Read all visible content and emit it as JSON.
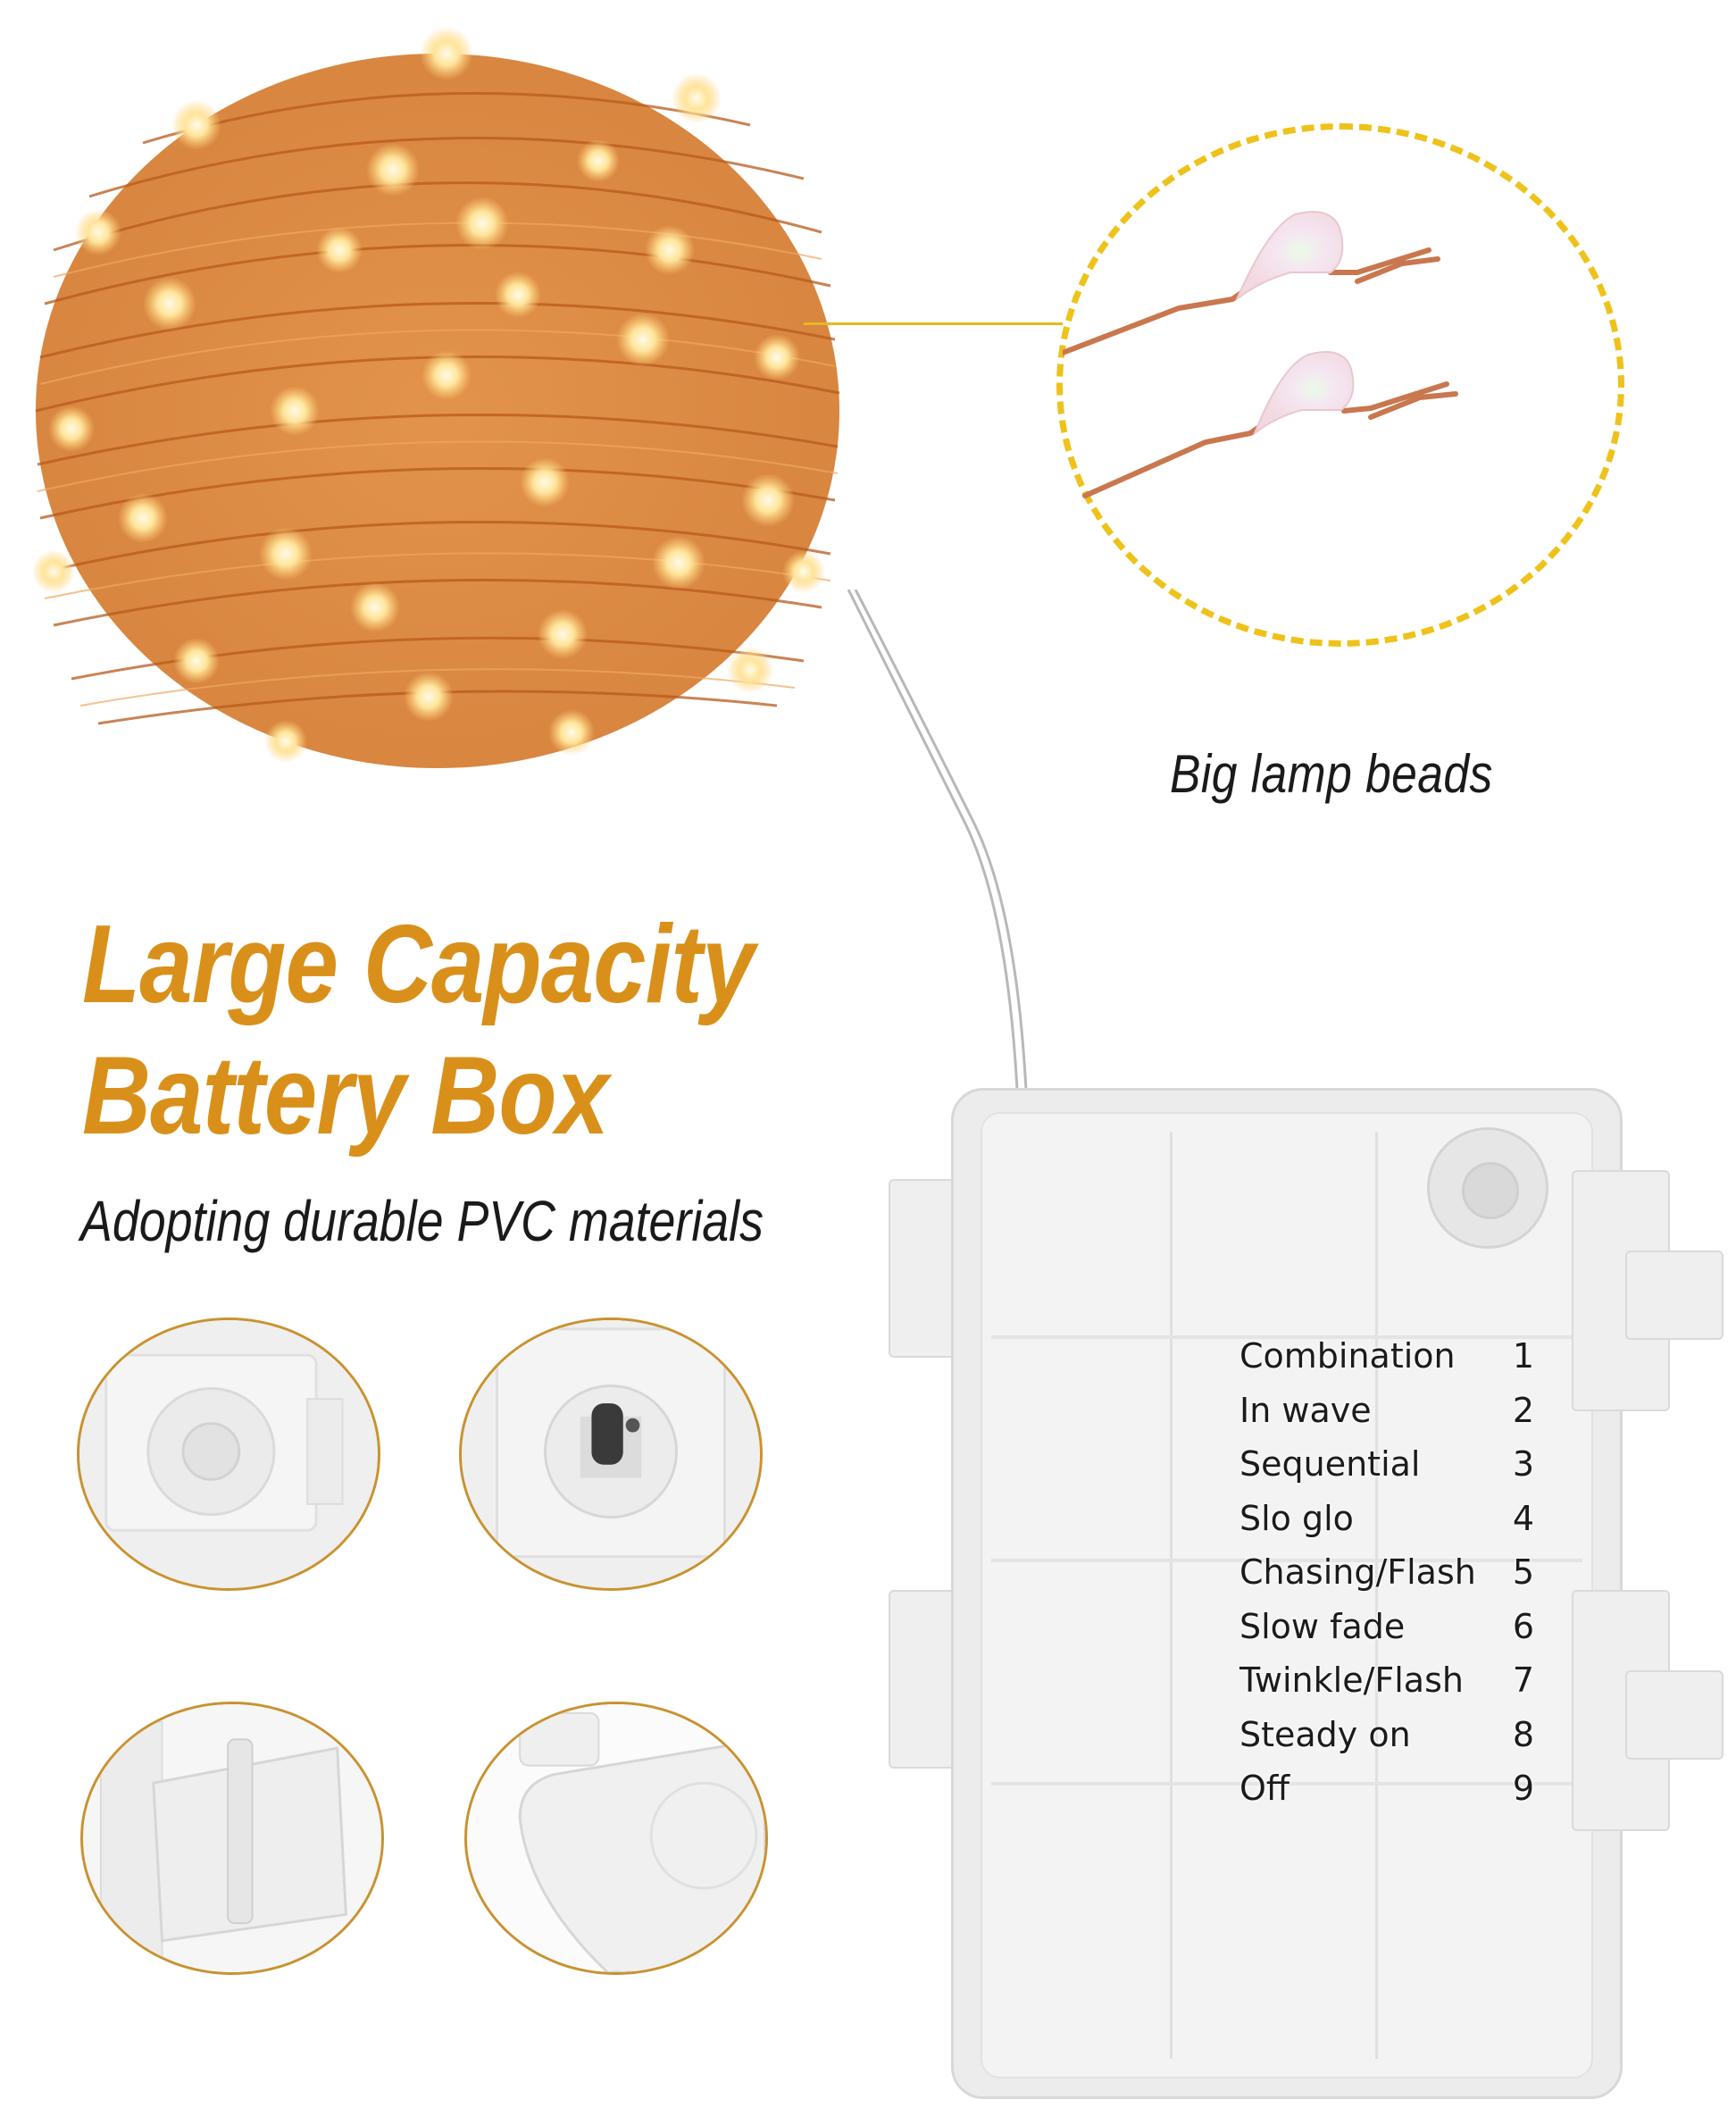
{
  "callout": {
    "caption": "Big lamp beads",
    "line_color": "#E5B820",
    "circle_color": "#EEC21A"
  },
  "feature": {
    "heading_line1": "Large Capacity",
    "heading_line2": "Battery Box",
    "subheading": "Adopting durable PVC materials",
    "heading_color": "#D9901A"
  },
  "detail_images": [
    {
      "name": "power-button-closeup"
    },
    {
      "name": "switch-stem-closeup"
    },
    {
      "name": "latch-clip-closeup"
    },
    {
      "name": "case-corner-closeup"
    }
  ],
  "battery_box": {
    "modes": [
      {
        "label": "Combination",
        "number": "1"
      },
      {
        "label": "In wave",
        "number": "2"
      },
      {
        "label": "Sequential",
        "number": "3"
      },
      {
        "label": "Slo glo",
        "number": "4"
      },
      {
        "label": "Chasing/Flash",
        "number": "5"
      },
      {
        "label": "Slow fade",
        "number": "6"
      },
      {
        "label": "Twinkle/Flash",
        "number": "7"
      },
      {
        "label": "Steady on",
        "number": "8"
      },
      {
        "label": "Off",
        "number": "9"
      }
    ]
  }
}
